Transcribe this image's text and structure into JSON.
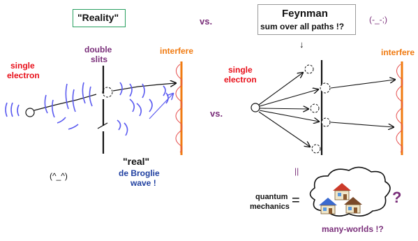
{
  "left_panel": {
    "title": "\"Reality\"",
    "source_label_line1": "single",
    "source_label_line2": "electron",
    "slit_label_line1": "double",
    "slit_label_line2": "slits",
    "screen_label": "interfere",
    "wave_label_line1": "\"real\"",
    "wave_label_line2": "de Broglie",
    "wave_label_line3": "wave !",
    "face": "(^_^)"
  },
  "versus": {
    "top": "vs.",
    "middle": "vs."
  },
  "right_panel": {
    "title_line1": "Feynman",
    "title_line2": "sum over all paths !?",
    "face": "(-_-;)",
    "arrow": "↓",
    "source_label_line1": "single",
    "source_label_line2": "electron",
    "screen_label": "interfere"
  },
  "bottom": {
    "equals_top": "||",
    "qm_line1": "quantum",
    "qm_line2": "mechanics",
    "equals": "=",
    "question": "?",
    "caption": "many-worlds !?"
  },
  "colors": {
    "red": "#e8101a",
    "orange": "#f07a10",
    "purple": "#7a2f7a",
    "blue": "#1f3fa0",
    "wave_blue": "#5a5af0",
    "green": "#29a060",
    "black": "#111111"
  }
}
